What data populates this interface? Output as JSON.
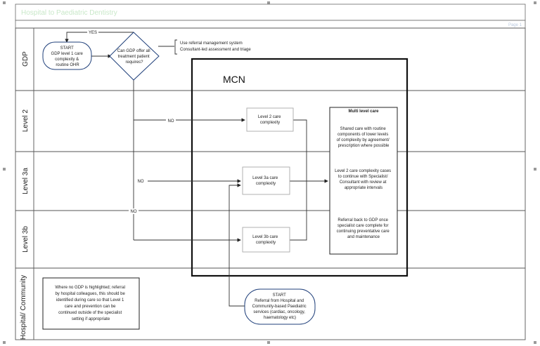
{
  "header": {
    "title": "Hospital to Paediatric Dentistry",
    "tag": "Page 1"
  },
  "lanes": [
    "GDP",
    "Level 2",
    "Level 3a",
    "Level 3b",
    "Hospital/ Community"
  ],
  "nodes": {
    "start_gdp": [
      "START",
      "GDP level 1 care",
      "complexity &",
      "routine OHR"
    ],
    "decision": [
      "Can GDP offer all",
      "treatment patient",
      "requires?"
    ],
    "referral_note": [
      "Use referral management system",
      "Consultant-led assessment and triage"
    ],
    "mcn_label": "MCN",
    "level2_box": [
      "Level 2 care",
      "complexity"
    ],
    "level3a_box": [
      "Level 3a care",
      "complexity"
    ],
    "level3b_box": [
      "Level 3b care",
      "complexity"
    ],
    "multi_title": "Multi level care",
    "multi_p1": [
      "Shared care with routine",
      "components of lower levels",
      "of complexity by agreement/",
      "prescription where possible"
    ],
    "multi_p2": [
      "Level 2 care complexity cases",
      "to continue with Specialist/",
      "Consultant with review at",
      "appropriate intervals"
    ],
    "multi_p3": [
      "Referral back to GDP once",
      "specialist care complete for",
      "continuing preventative care",
      "and maintenance"
    ],
    "hospital_note": [
      "Where no GDP is highlighted; referral",
      "by hospital colleagues, this should be",
      "identified during care so that Level 1",
      "care and prevention can be",
      "continued outside of the specialist",
      "setting if appropriate"
    ],
    "start_hospital": [
      "START",
      "Referral from Hospital and",
      "Community-based Paediatric",
      "services (cardiac, oncology,",
      "haematology etc)"
    ]
  },
  "edge_labels": {
    "yes": "YES",
    "no_level2": "NO",
    "no_level3a": "NO",
    "no_level3b": "NO"
  }
}
